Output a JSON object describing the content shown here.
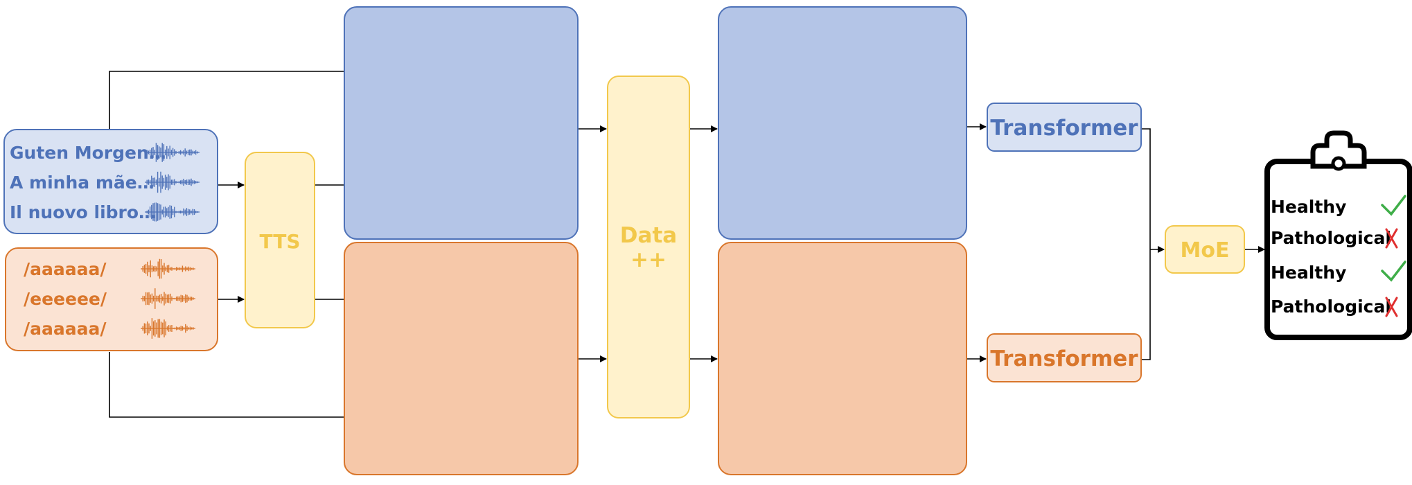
{
  "colors": {
    "blue": "#4e72b8",
    "blue_fill": "#d9e2f3",
    "blue_outer": "#b4c5e7",
    "blue_faint": "#9cb5e0",
    "orange": "#d9762b",
    "orange_fill": "#fbe3d3",
    "orange_outer": "#f6c8a9",
    "orange_faint": "#f0b58a",
    "yellow": "#f2c84b",
    "yellow_fill": "#fff2cc",
    "check": "#3fae49",
    "cross": "#e03030"
  },
  "speech_samples": [
    "Guten Morgen…",
    "A minha mãe…",
    "Il nuovo libro…"
  ],
  "vowel_samples": [
    "/aaaaaa/",
    "/eeeeee/",
    "/aaaaaa/"
  ],
  "tts_label": "TTS",
  "data_aug_label": [
    "Data",
    "++"
  ],
  "transformer_label": "Transformer",
  "moe_label": "MoE",
  "outputs": [
    {
      "label": "Healthy",
      "mark": "check"
    },
    {
      "label": "Pathological",
      "mark": "cross"
    },
    {
      "label": "Healthy",
      "mark": "check"
    },
    {
      "label": "Pathological",
      "mark": "cross"
    }
  ],
  "icons": [
    "waveform-icon",
    "clipboard-icon",
    "check-icon",
    "cross-icon"
  ]
}
